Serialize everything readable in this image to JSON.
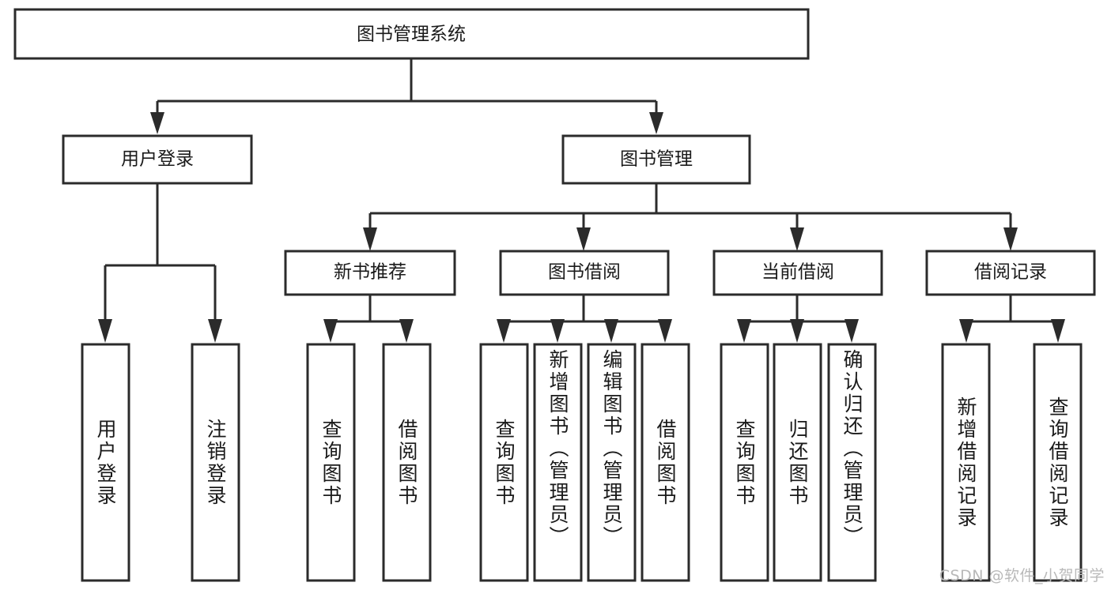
{
  "diagram": {
    "title": "图书管理系统",
    "type": "tree",
    "orientation": "top-down",
    "colors": {
      "box_stroke": "#2b2b2b",
      "box_fill": "#ffffff",
      "connector": "#2b2b2b",
      "text": "#1a1a1a",
      "watermark": "#b9b9b9",
      "background": "#ffffff"
    },
    "root": {
      "label": "图书管理系统"
    },
    "level1": [
      {
        "label": "用户登录"
      },
      {
        "label": "图书管理"
      }
    ],
    "level2": [
      {
        "label": "新书推荐"
      },
      {
        "label": "图书借阅"
      },
      {
        "label": "当前借阅"
      },
      {
        "label": "借阅记录"
      }
    ],
    "leaves": {
      "user_login": [
        {
          "label": "用户登录"
        },
        {
          "label": "注销登录"
        }
      ],
      "new_book_recommend": [
        {
          "label": "查询图书"
        },
        {
          "label": "借阅图书"
        }
      ],
      "book_borrow": [
        {
          "label": "查询图书"
        },
        {
          "label": "新增图书（管理员）"
        },
        {
          "label": "编辑图书（管理员）"
        },
        {
          "label": "借阅图书"
        }
      ],
      "current_borrow": [
        {
          "label": "查询图书"
        },
        {
          "label": "归还图书"
        },
        {
          "label": "确认归还（管理员）"
        }
      ],
      "borrow_record": [
        {
          "label": "新增借阅记录"
        },
        {
          "label": "查询借阅记录"
        }
      ]
    }
  },
  "watermark": {
    "text": "CSDN @软件_小贺同学"
  }
}
